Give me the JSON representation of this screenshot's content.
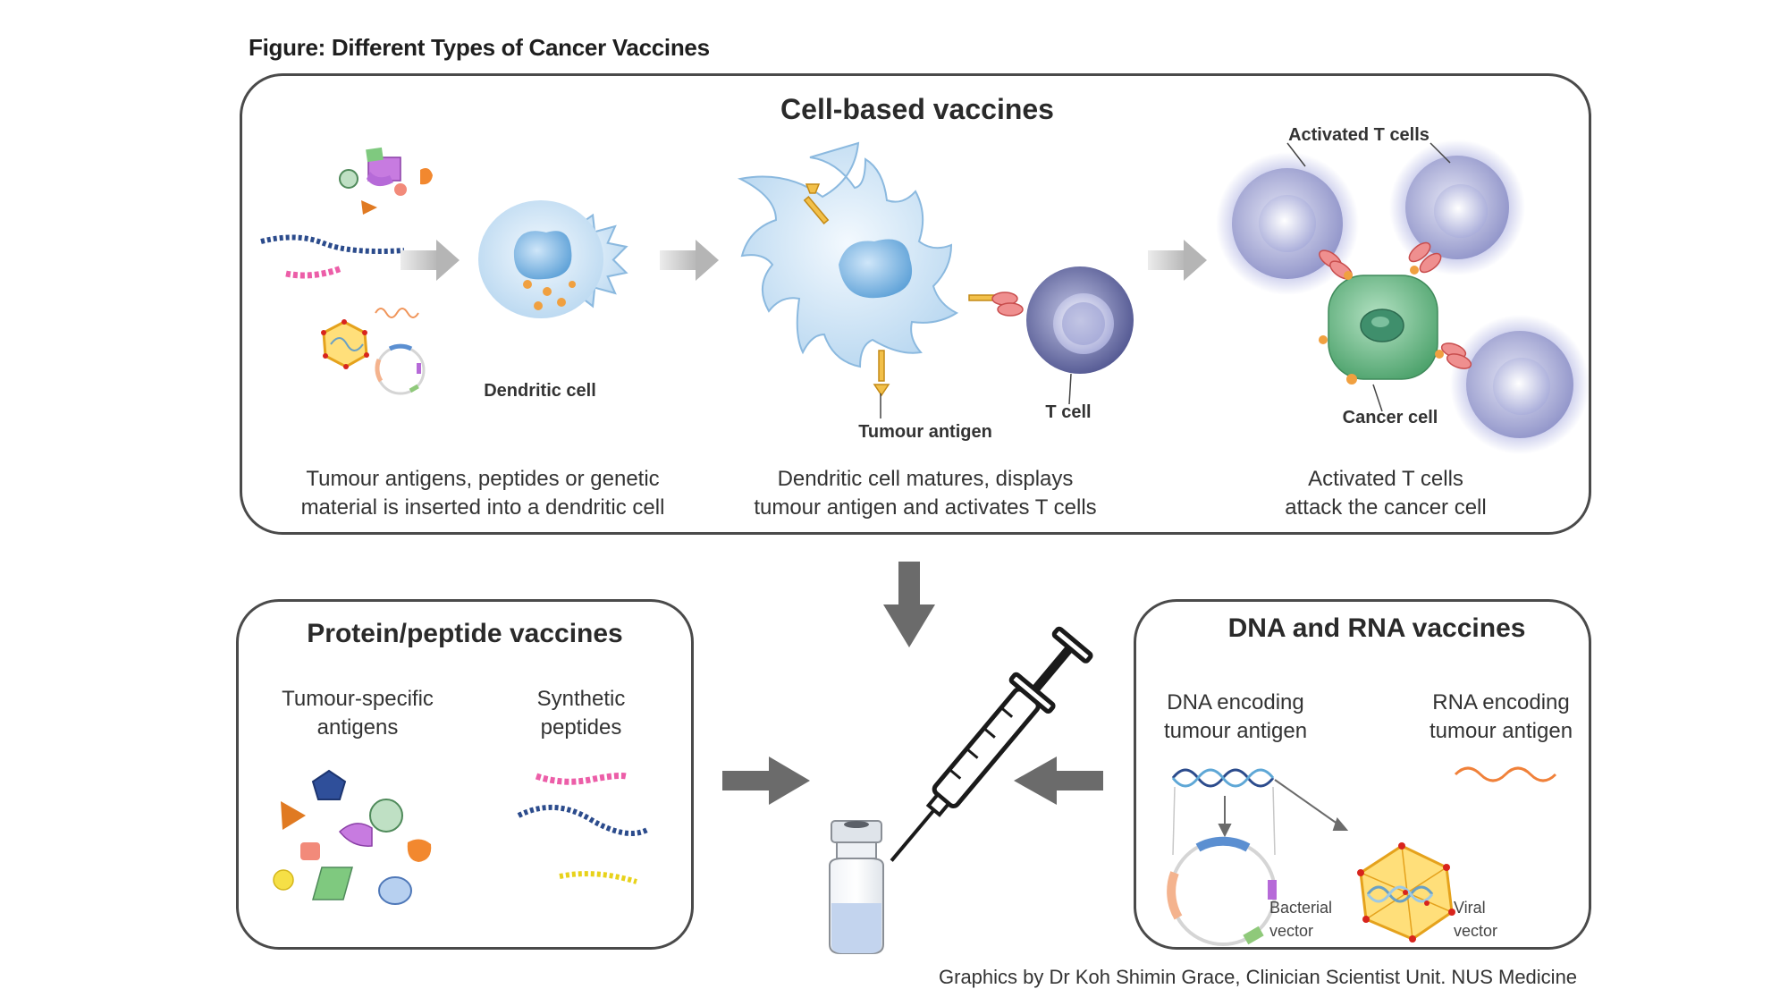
{
  "figure_title": "Figure: Different Types of Cancer Vaccines",
  "cell_panel": {
    "heading": "Cell-based vaccines",
    "labels": {
      "dendritic_cell": "Dendritic cell",
      "tumour_antigen": "Tumour antigen",
      "t_cell": "T cell",
      "activated_t_cells": "Activated T cells",
      "cancer_cell": "Cancer cell"
    },
    "captions": {
      "step1_line1": "Tumour antigens, peptides or genetic",
      "step1_line2": "material is inserted into a dendritic cell",
      "step2_line1": "Dendritic cell matures, displays",
      "step2_line2": "tumour antigen and activates T cells",
      "step3_line1": "Activated T cells",
      "step3_line2": "attack the cancer cell"
    }
  },
  "protein_panel": {
    "heading": "Protein/peptide vaccines",
    "col1_line1": "Tumour-specific",
    "col1_line2": "antigens",
    "col2_line1": "Synthetic",
    "col2_line2": "peptides"
  },
  "dna_panel": {
    "heading": "DNA and RNA vaccines",
    "col1_line1": "DNA encoding",
    "col1_line2": "tumour antigen",
    "col2_line1": "RNA encoding",
    "col2_line2": "tumour antigen",
    "bacterial_line1": "Bacterial",
    "bacterial_line2": "vector",
    "viral_line1": "Viral",
    "viral_line2": "vector"
  },
  "credit": "Graphics by Dr Koh Shimin Grace, Clinician Scientist Unit. NUS Medicine",
  "colors": {
    "border": "#4a4a4a",
    "arrow": "#6b6b6b",
    "dendritic": "#c7e0f4",
    "tcell": "#8a8fc4",
    "cancer": "#7cc595",
    "antigen": "#f2b634",
    "receptor": "#ef8f8f"
  }
}
